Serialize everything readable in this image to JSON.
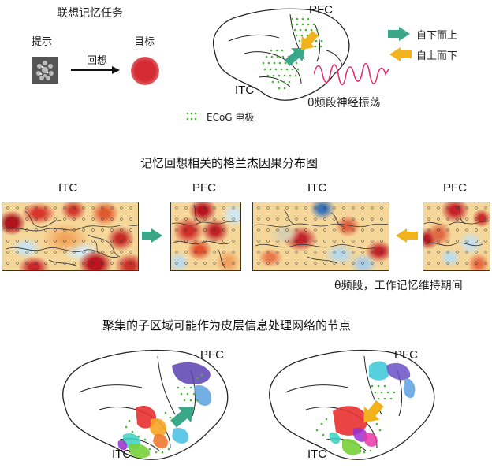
{
  "task": {
    "title": "联想记忆任务",
    "cue_label": "提示",
    "target_label": "目标",
    "recall_label": "回想"
  },
  "brain_top": {
    "pfc": "PFC",
    "itc": "ITC",
    "oscillation": "θ频段神经振荡",
    "electrode_legend": "ECoG 电极"
  },
  "legend": {
    "bottom_up": "自下而上",
    "top_down": "自上而下"
  },
  "middle": {
    "title": "记忆回想相关的格兰杰因果分布图",
    "maps": [
      "ITC",
      "PFC",
      "ITC",
      "PFC"
    ],
    "caption": "θ频段，工作记忆维持期间"
  },
  "bottom": {
    "title": "聚集的子区域可能作为皮层信息处理网络的节点",
    "left_pfc": "PFC",
    "left_itc": "ITC",
    "right_pfc": "PFC",
    "right_itc": "ITC"
  },
  "colors": {
    "bottom_up_arrow": "#3aa789",
    "top_down_arrow": "#f2b21d",
    "electrode": "#44bb33",
    "oscillation": "#e0306a",
    "target": "#c81e2a"
  }
}
